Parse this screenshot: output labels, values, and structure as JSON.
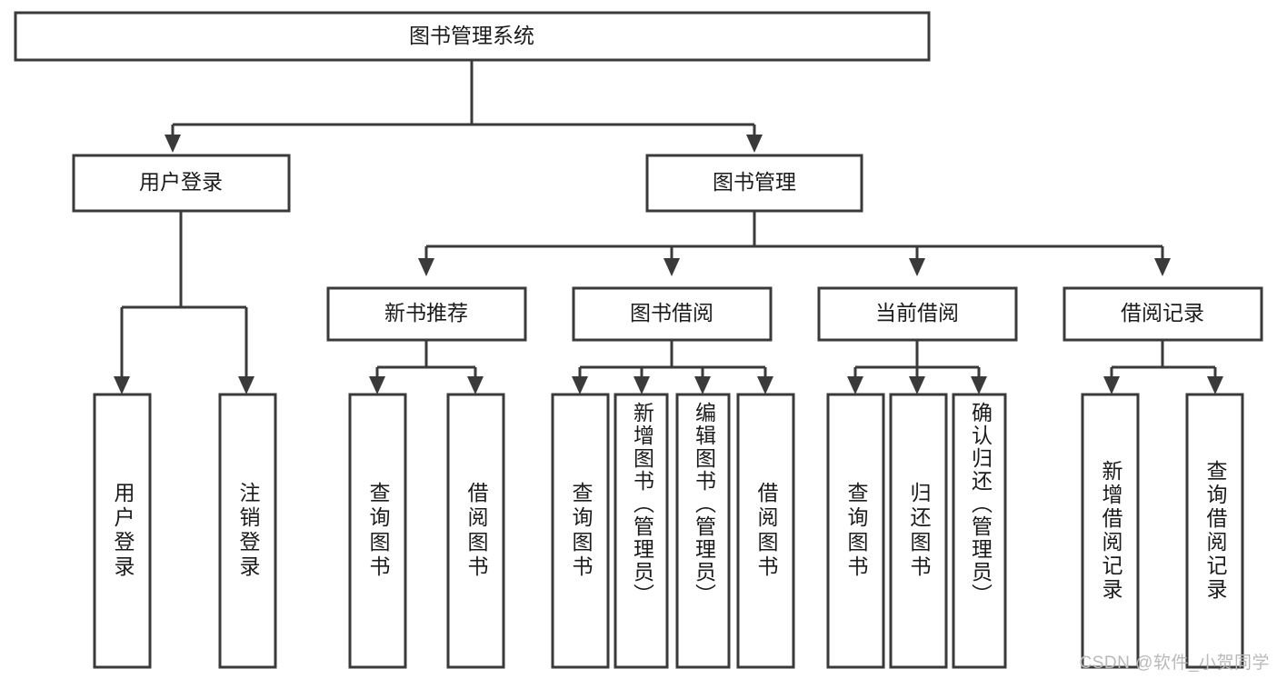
{
  "diagram": {
    "title": "图书管理系统",
    "type": "hierarchy-tree",
    "watermark": "CSDN @软件_小贺同学",
    "colors": {
      "box_stroke": "#3a3a3a",
      "box_fill": "#ffffff",
      "text": "#1b1b1b",
      "connector": "#3a3a3a",
      "watermark": "#b9b9b9"
    },
    "root": {
      "label": "图书管理系统"
    },
    "level2": [
      {
        "label": "用户登录"
      },
      {
        "label": "图书管理"
      }
    ],
    "level3": [
      {
        "label": "新书推荐"
      },
      {
        "label": "图书借阅"
      },
      {
        "label": "当前借阅"
      },
      {
        "label": "借阅记录"
      }
    ],
    "leaves": {
      "user_login": [
        {
          "label": "用户登录"
        },
        {
          "label": "注销登录"
        }
      ],
      "new_book_recommend": [
        {
          "label": "查询图书"
        },
        {
          "label": "借阅图书"
        }
      ],
      "book_borrow": [
        {
          "label": "查询图书"
        },
        {
          "label": "新增图书（管理员）"
        },
        {
          "label": "编辑图书（管理员）"
        },
        {
          "label": "借阅图书"
        }
      ],
      "current_borrow": [
        {
          "label": "查询图书"
        },
        {
          "label": "归还图书"
        },
        {
          "label": "确认归还（管理员）"
        }
      ],
      "borrow_record": [
        {
          "label": "新增借阅记录"
        },
        {
          "label": "查询借阅记录"
        }
      ]
    }
  }
}
